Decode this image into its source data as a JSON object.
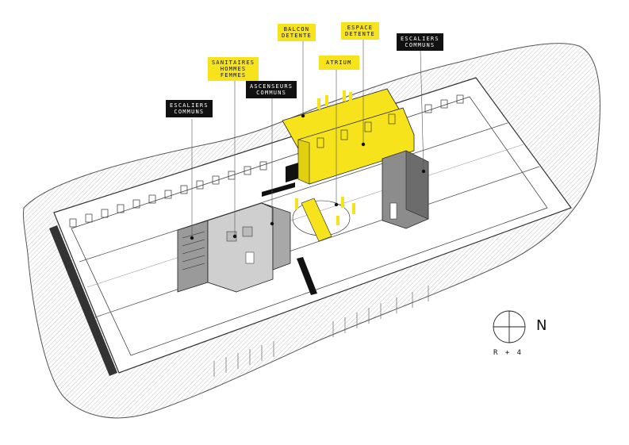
{
  "labels": {
    "escaliers_left": [
      "ESCALIERS",
      "COMMUNS"
    ],
    "sanitaires": [
      "SANITAIRES",
      "HOMMES",
      "FEMMES"
    ],
    "ascenseurs": [
      "ASCENSEURS",
      "COMMUNS"
    ],
    "balcon": [
      "BALCON",
      "DETENTE"
    ],
    "atrium": [
      "ATRIUM"
    ],
    "espace": [
      "ESPACE",
      "DETENTE"
    ],
    "escaliers_right": [
      "ESCALIERS",
      "COMMUNS"
    ]
  },
  "compass": {
    "north_letter": "N",
    "level": "R + 4"
  },
  "colors": {
    "highlight": "#f6e31b",
    "dark_label": "#111111",
    "grey_core": "#8c8c8c",
    "light_core": "#cfcfcf"
  },
  "icons": [
    "compass-icon",
    "people-figures-icon"
  ]
}
